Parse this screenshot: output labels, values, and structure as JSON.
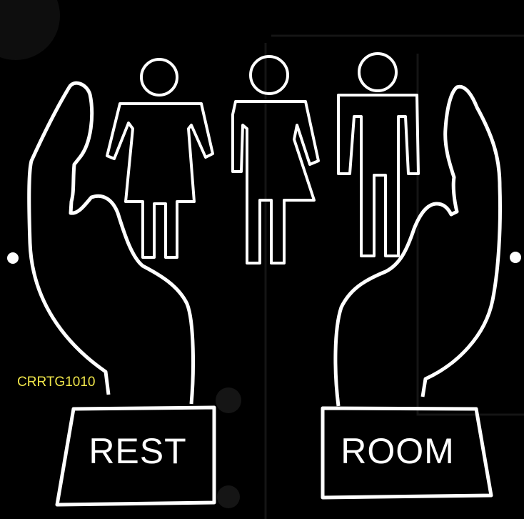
{
  "sign": {
    "left_label": "REST",
    "right_label": "ROOM",
    "product_code": "CRRTG1010"
  },
  "colors": {
    "background": "#000000",
    "outline": "#ffffff",
    "code_text": "#f0e64a"
  },
  "icons": [
    "female-figure-icon",
    "unisex-figure-icon",
    "male-figure-icon",
    "left-hand-icon",
    "right-hand-icon",
    "mounting-hole-icon"
  ]
}
